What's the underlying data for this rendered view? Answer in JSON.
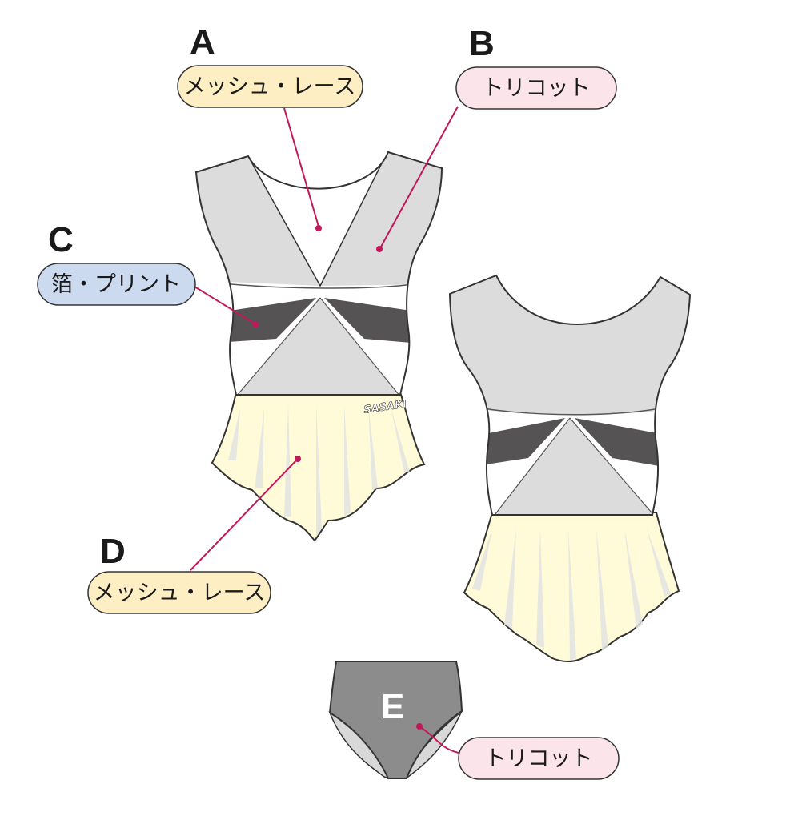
{
  "colors": {
    "outline": "#333333",
    "trim": "#dcdcdc",
    "white_panel": "#ffffff",
    "dark_band": "#555353",
    "skirt": "#fffbd8",
    "skirt_shade": "#e3e3e3",
    "briefs": "#8c8c8c",
    "briefs_inner": "#d8d8d8",
    "leader": "#c2185b",
    "pill_mesh": "#fdeec4",
    "pill_tricot": "#fbe4ea",
    "pill_foil": "#ccdaf0"
  },
  "callouts": {
    "A": {
      "letter": "A",
      "label": "メッシュ・レース"
    },
    "B": {
      "letter": "B",
      "label": "トリコット"
    },
    "C": {
      "letter": "C",
      "label": "箔・プリント"
    },
    "D": {
      "letter": "D",
      "label": "メッシュ・レース"
    },
    "E": {
      "letter": "E",
      "label": "トリコット"
    }
  },
  "logo": "SASAKI"
}
